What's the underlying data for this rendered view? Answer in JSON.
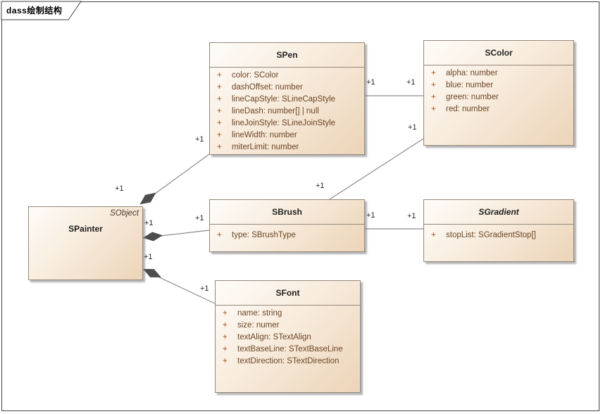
{
  "frame": {
    "label": "dass绘制结构"
  },
  "symbols": {
    "public": "+"
  },
  "classes": {
    "spen": {
      "title": "SPen",
      "attributes": [
        "color: SColor",
        "dashOffset: number",
        "lineCapStyle: SLineCapStyle",
        "lineDash: number[] | null",
        "lineJoinStyle: SLineJoinStyle",
        "lineWidth: number",
        "miterLimit: number"
      ]
    },
    "scolor": {
      "title": "SColor",
      "attributes": [
        "alpha: number",
        "blue: number",
        "green: number",
        "red: number"
      ]
    },
    "spainter": {
      "title": "SPainter",
      "parent": "SObject"
    },
    "sbrush": {
      "title": "SBrush",
      "attributes": [
        "type: SBrushType"
      ]
    },
    "sgradient": {
      "title": "SGradient",
      "attributes": [
        "stopList: SGradientStop[]"
      ]
    },
    "sfont": {
      "title": "SFont",
      "attributes": [
        "name: string",
        "size: numer",
        "textAlign: STextAlign",
        "textBaseLine: STextBaseLine",
        "textDirection: STextDirection"
      ]
    }
  },
  "connectors": {
    "labels": [
      {
        "text": "+1"
      },
      {
        "text": "+1"
      },
      {
        "text": "+1"
      },
      {
        "text": "+1"
      },
      {
        "text": "+1"
      },
      {
        "text": "+1"
      },
      {
        "text": "+1"
      },
      {
        "text": "+1"
      },
      {
        "text": "+1"
      },
      {
        "text": "+1"
      },
      {
        "text": "+1"
      },
      {
        "text": "+1"
      }
    ]
  },
  "colors": {
    "box_fill_light": "#fefcf9",
    "box_fill_dark": "#ecd4b8",
    "box_border": "#94897b",
    "attr_text": "#6b4424",
    "visibility_sign": "#99501f",
    "connector_line": "#8c8c8c",
    "diamond_fill": "#4d4d4d",
    "frame_border": "#424242"
  }
}
